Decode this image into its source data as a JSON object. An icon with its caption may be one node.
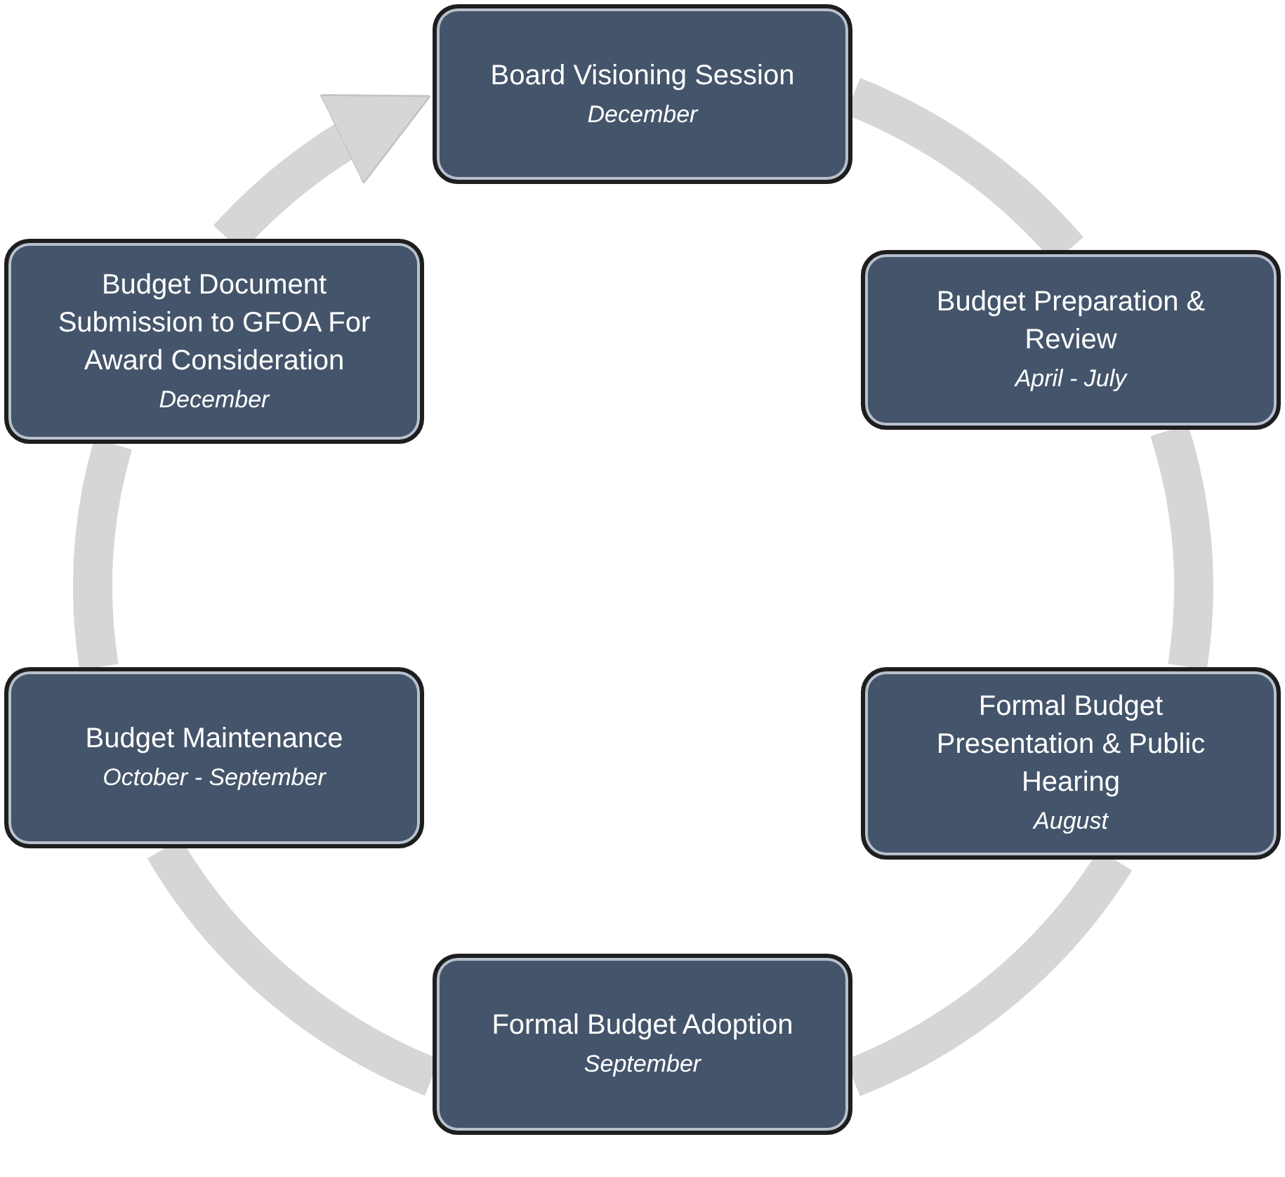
{
  "diagram": {
    "nodes": [
      {
        "text": [
          "Board Visioning Session",
          "December"
        ]
      },
      {
        "text": [
          "Budget Preparation & Review",
          "April - July"
        ]
      },
      {
        "text": [
          "Formal Budget Presentation & Public Hearing",
          "August"
        ]
      },
      {
        "text": [
          "Formal Budget Adoption",
          "September"
        ]
      },
      {
        "text": [
          "Budget Maintenance",
          "October - September"
        ]
      },
      {
        "text": [
          "Budget Document Submission to GFOA For Award Consideration",
          "December"
        ]
      }
    ],
    "edges": [
      {
        "from": 0,
        "to": 1,
        "arrow": "none"
      },
      {
        "from": 1,
        "to": 2,
        "arrow": "none"
      },
      {
        "from": 2,
        "to": 3,
        "arrow": "none"
      },
      {
        "from": 3,
        "to": 4,
        "arrow": "none"
      },
      {
        "from": 4,
        "to": 5,
        "arrow": "none"
      },
      {
        "from": 5,
        "to": 0,
        "arrow": "to"
      }
    ]
  }
}
